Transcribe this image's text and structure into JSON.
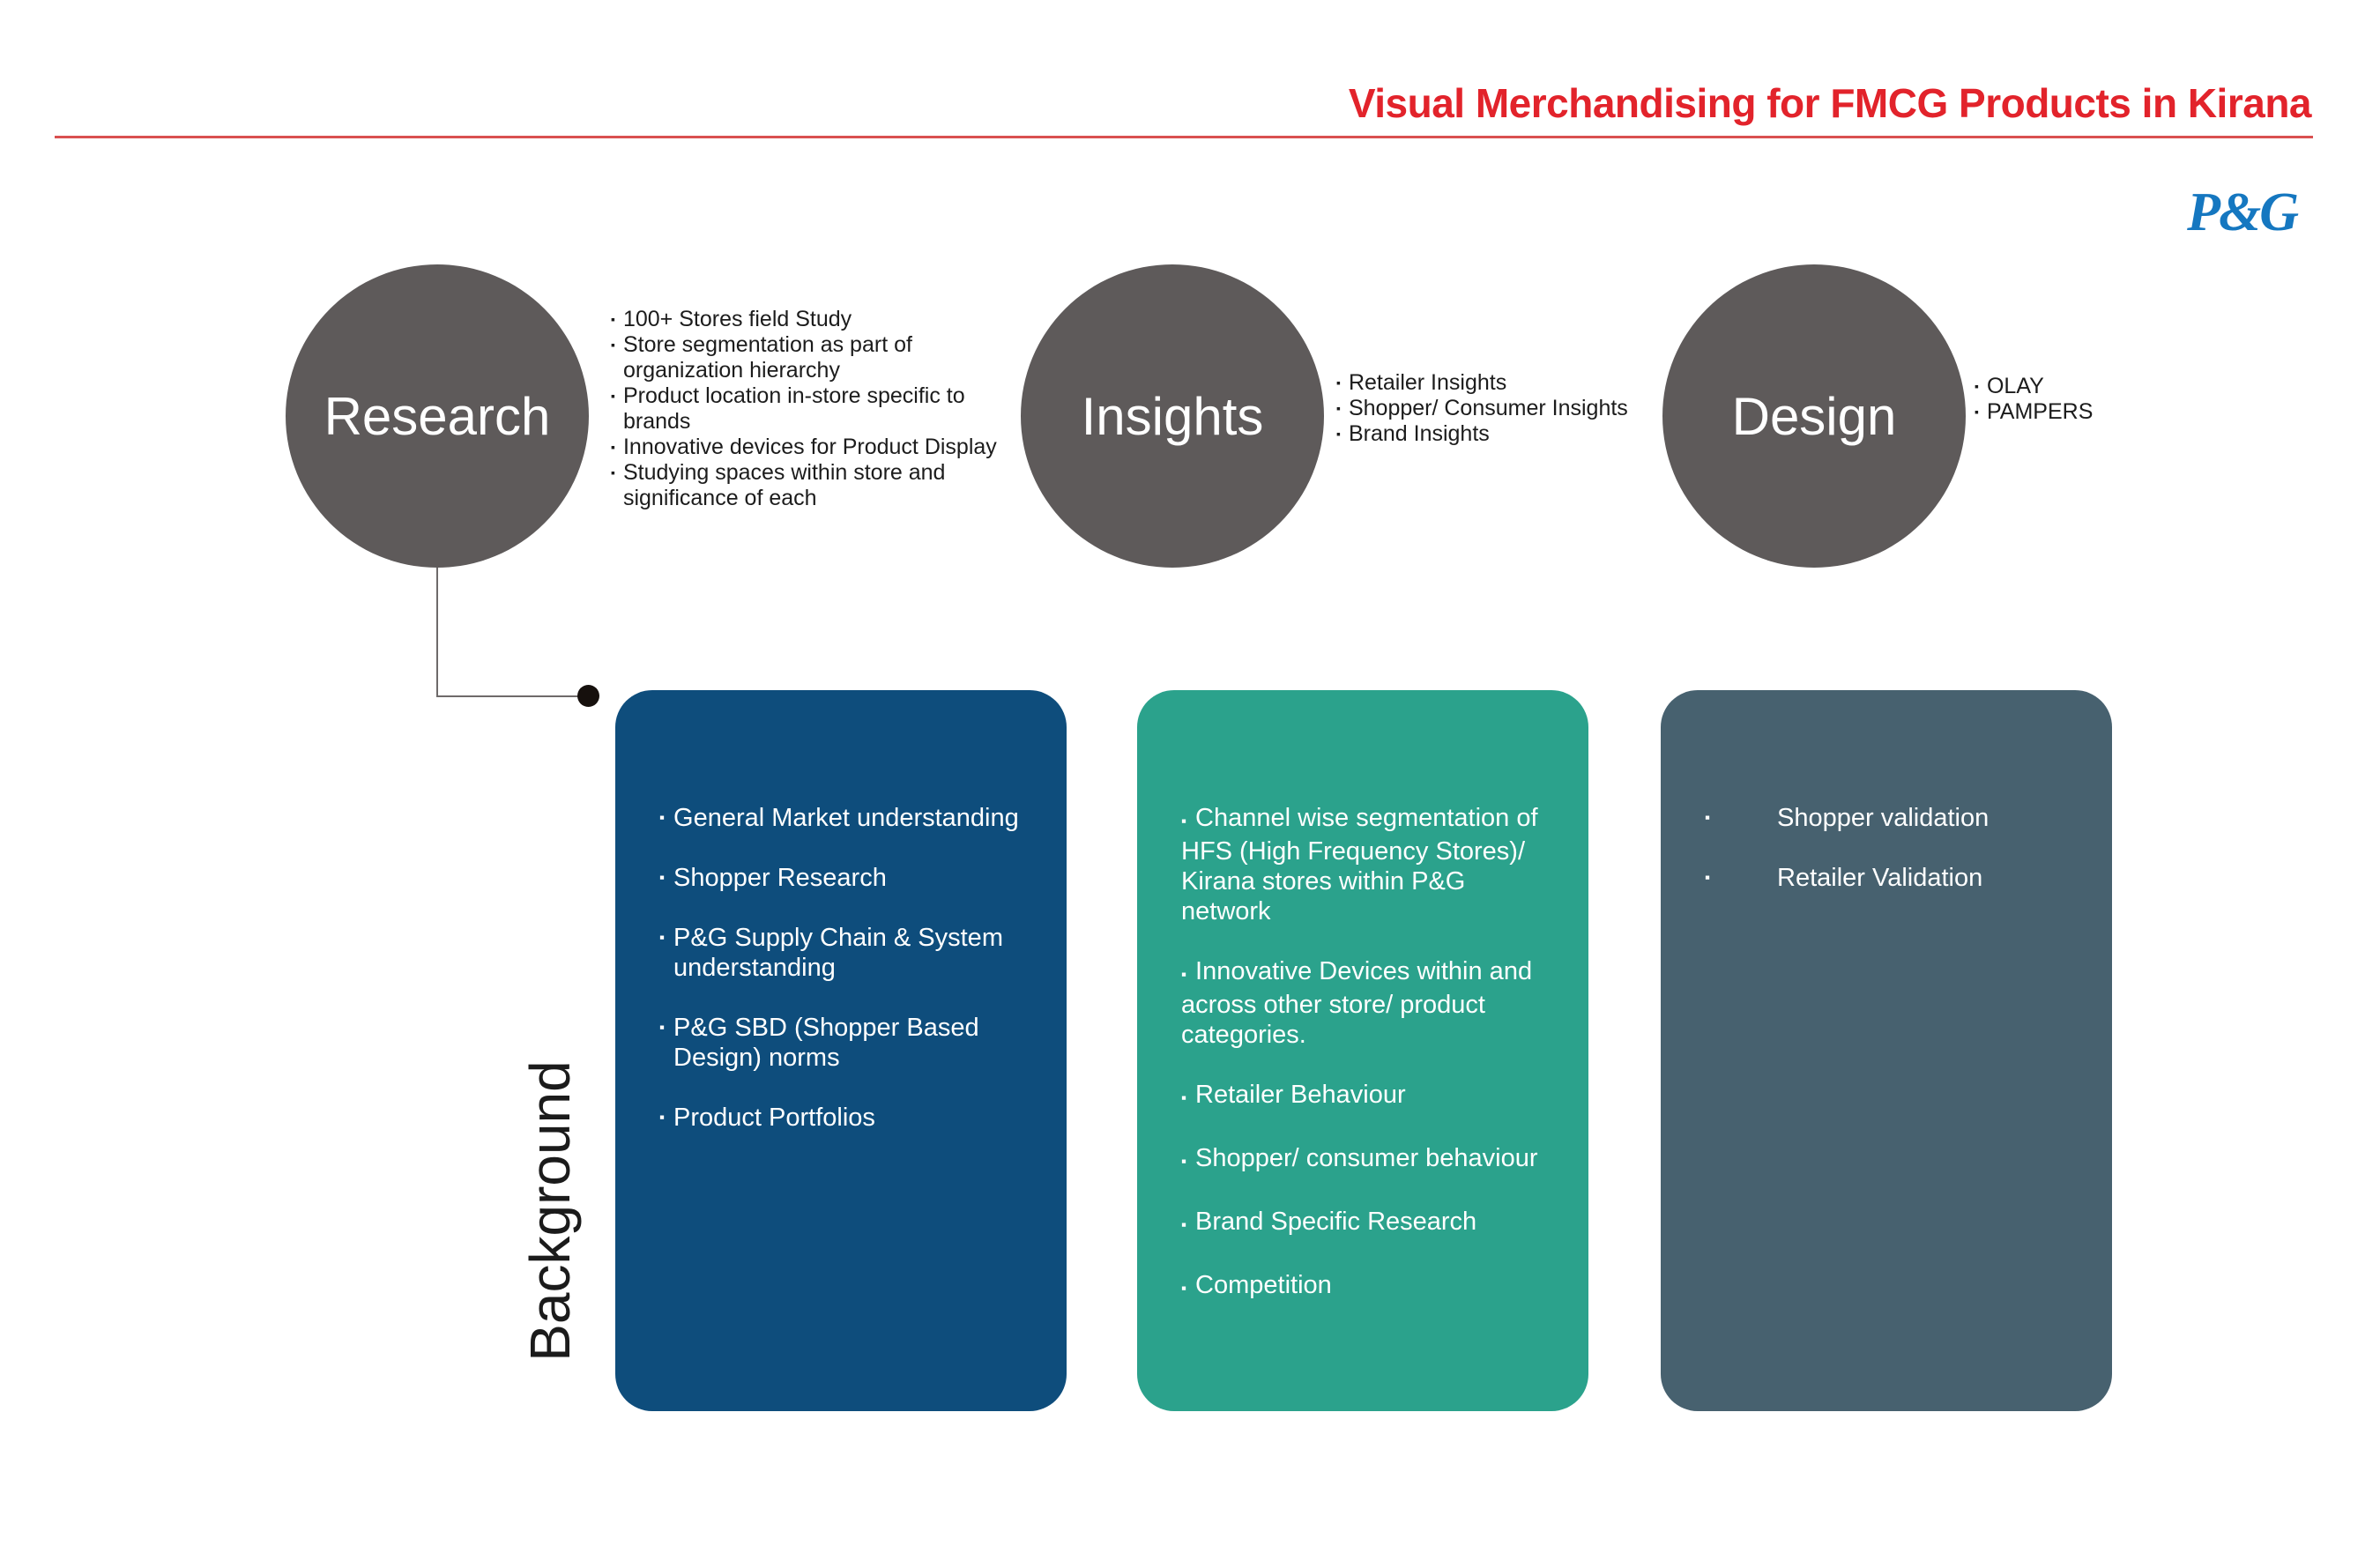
{
  "header": {
    "title": "Visual Merchandising for FMCG Products in Kirana",
    "logo_text": "P&G"
  },
  "bullet_glyph": "▪",
  "section_label": "Background",
  "stages": [
    {
      "label": "Research",
      "bullets": [
        "100+ Stores field Study",
        "Store segmentation as part of organization hierarchy",
        "Product location in-store specific to brands",
        "Innovative devices for Product Display",
        "Studying spaces within store and significance of each"
      ]
    },
    {
      "label": "Insights",
      "bullets": [
        "Retailer Insights",
        "Shopper/ Consumer Insights",
        "Brand Insights"
      ]
    },
    {
      "label": "Design",
      "bullets": [
        "OLAY",
        "PAMPERS"
      ]
    }
  ],
  "panels": [
    {
      "name": "research-background",
      "color": "#0e4d7c",
      "items": [
        "General Market understanding",
        "Shopper Research",
        "P&G Supply Chain & System understanding",
        "P&G SBD (Shopper Based Design) norms",
        "Product Portfolios"
      ]
    },
    {
      "name": "insights-background",
      "color": "#2ba28c",
      "items": [
        "Channel wise segmentation of HFS (High Frequency Stores)/ Kirana stores within P&G network",
        "Innovative Devices within and across other store/ product categories.",
        "Retailer Behaviour",
        "Shopper/ consumer behaviour",
        "Brand Specific Research",
        "Competition"
      ]
    },
    {
      "name": "design-background",
      "color": "#47616f",
      "items": [
        "Shopper validation",
        "Retailer Validation"
      ]
    }
  ],
  "colors": {
    "title_red": "#e2232b",
    "rule_red": "#d95050",
    "logo_blue": "#1577c0",
    "circle_gray": "#5e5a5a",
    "panel_blue": "#0e4d7c",
    "panel_teal": "#2ba28c",
    "panel_slate": "#47616f",
    "connector_gray": "#6e6a6a",
    "dot_black": "#16100d"
  }
}
